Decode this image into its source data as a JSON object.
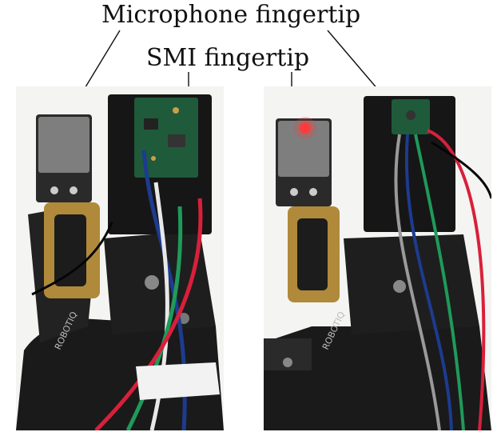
{
  "labels": {
    "microphone": "Microphone fingertip",
    "smi": "SMI fingertip"
  },
  "colors": {
    "background": "#ffffff",
    "robot_black": "#1a1a1a",
    "pcb_green": "#1f5a3a",
    "bracket_gold": "#b08a3a",
    "laser_red": "#ff3b3b"
  },
  "icons": {
    "robot_logo": "bioroid-logo",
    "laser_spot": "red-laser-dot"
  },
  "panels": [
    {
      "name": "left-photo",
      "content": "robotic gripper with microphone fingertip and SMI fingertip"
    },
    {
      "name": "right-photo",
      "content": "robotic gripper with active SMI laser fingertip"
    }
  ]
}
